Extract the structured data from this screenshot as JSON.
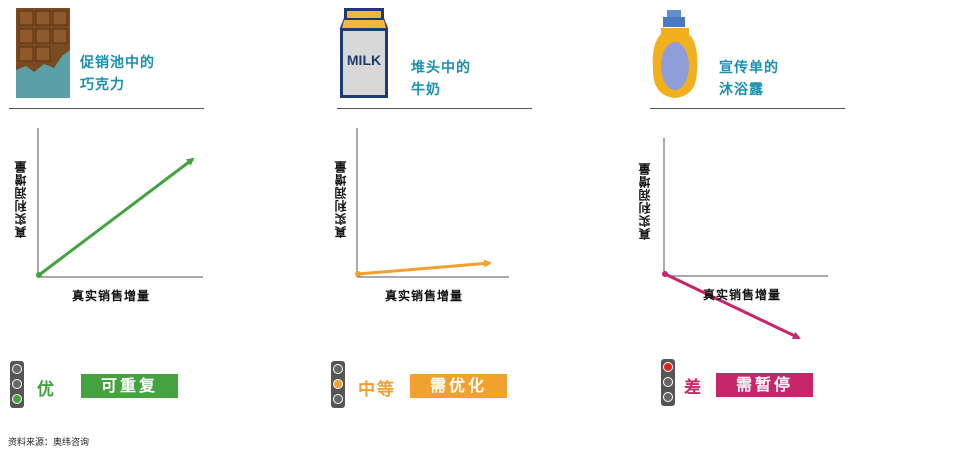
{
  "colors": {
    "title": "#1a8fb0",
    "good": "#44a340",
    "medium": "#f2a12f",
    "bad": "#c8266a",
    "rule": "#555555"
  },
  "columns": [
    {
      "icon": "chocolate-bar-icon",
      "title_line1": "促销池中的",
      "title_line2": "巧克力",
      "ylabel": "真实利润增量",
      "xlabel": "真实销售增量",
      "trend": "strong-increase",
      "light": "green",
      "rating": "优",
      "action": "可重复"
    },
    {
      "icon": "milk-carton-icon",
      "milk_label": "MILK",
      "title_line1": "堆头中的",
      "title_line2": "牛奶",
      "ylabel": "真实利润增量",
      "xlabel": "真实销售增量",
      "trend": "slight-increase",
      "light": "yellow",
      "rating": "中等",
      "action": "需优化"
    },
    {
      "icon": "shower-gel-bottle-icon",
      "title_line1": "宣传单的",
      "title_line2": "沐浴露",
      "ylabel": "真实利润增量",
      "xlabel": "真实销售增量",
      "trend": "decrease",
      "light": "red",
      "rating": "差",
      "action": "需暂停"
    }
  ],
  "source": "资料来源：奥纬咨询"
}
